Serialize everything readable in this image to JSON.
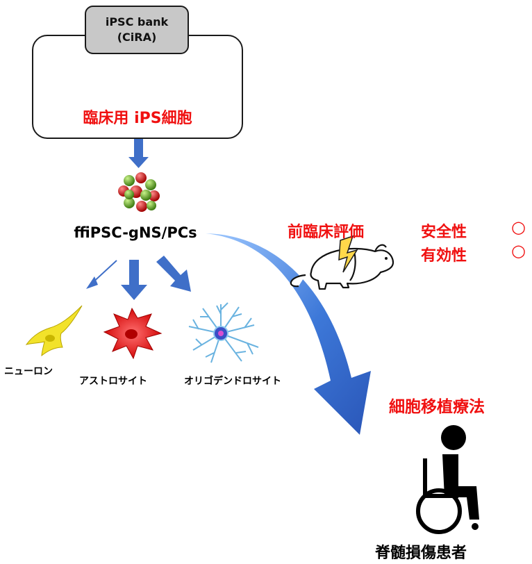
{
  "bank": {
    "line1": "iPSC bank",
    "line2": "(CiRA)"
  },
  "clinical_cell": "臨床用 iPS細胞",
  "cell_product": "ffiPSC-gNS/PCs",
  "cell_types": {
    "neuron": "ニューロン",
    "astrocyte": "アストロサイト",
    "oligodendrocyte": "オリゴデンドロサイト"
  },
  "preclinical": {
    "label": "前臨床評価",
    "safety": "安全性",
    "efficacy": "有効性",
    "mark": "○"
  },
  "therapy": "細胞移植療法",
  "patient": "脊髄損傷患者",
  "colors": {
    "accent_red": "#f01010",
    "arrow_blue": "#3f6fc8",
    "cell_yellow": "#f4e21a",
    "astro_red": "#e81d1d",
    "oligo_blue": "#6ab3e0"
  }
}
